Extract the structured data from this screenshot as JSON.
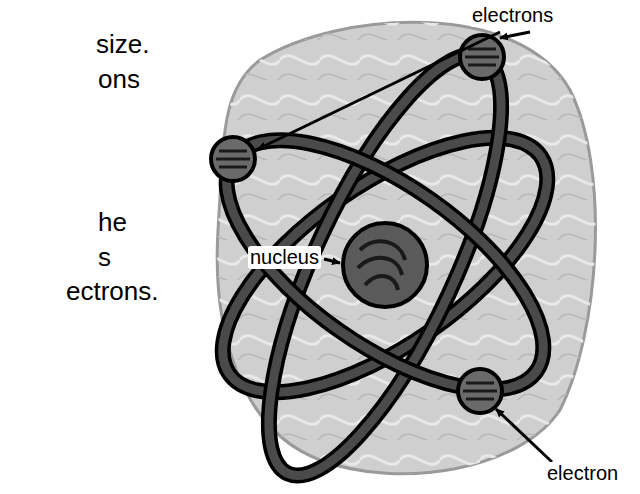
{
  "diagram": {
    "labels": [
      "electrons",
      "size.",
      "ons",
      "nucleus",
      "he",
      "s",
      "ectrons.",
      "electron"
    ]
  }
}
